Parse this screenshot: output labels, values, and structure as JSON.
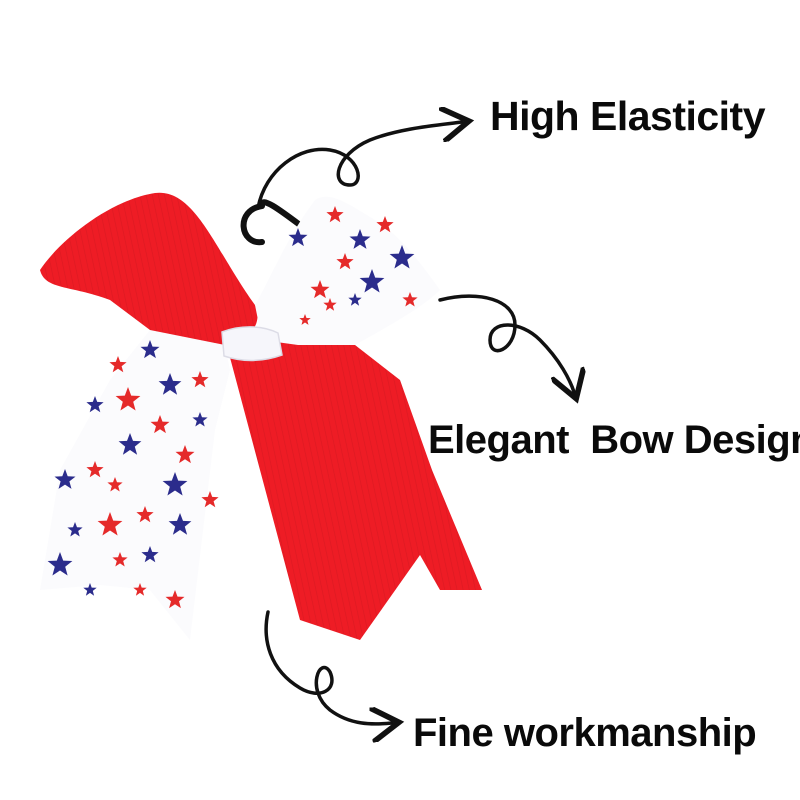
{
  "colors": {
    "ribbon_red": "#ee1c25",
    "ribbon_white": "#fbfbfd",
    "star_red": "#e52a2a",
    "star_blue": "#2b2c8c",
    "elastic": "#111111",
    "text": "#0a0a0a"
  },
  "callouts": {
    "elasticity": "High Elasticity",
    "design": "Elegant  Bow Design",
    "workmanship": "Fine workmanship"
  },
  "image": {
    "subject": "cheer-hair-bow-with-elastic"
  }
}
